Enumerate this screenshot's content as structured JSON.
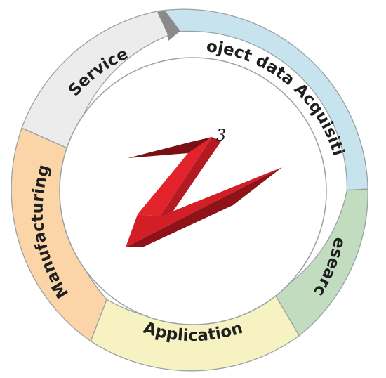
{
  "diagram": {
    "segments": [
      {
        "key": "project",
        "label": "Project data Acquisition",
        "color": "#c6e3ee"
      },
      {
        "key": "research",
        "label": "Research",
        "color": "#c2dcc0"
      },
      {
        "key": "application",
        "label": "Application",
        "color": "#f7f2c2"
      },
      {
        "key": "manufacturing",
        "label": "Manufacturing",
        "color": "#fbd5a8"
      },
      {
        "key": "service",
        "label": "Service",
        "color": "#ececec"
      }
    ],
    "logo": {
      "superscript": "3",
      "colors": [
        "#e3232c",
        "#a81920",
        "#7a0f14"
      ]
    }
  }
}
